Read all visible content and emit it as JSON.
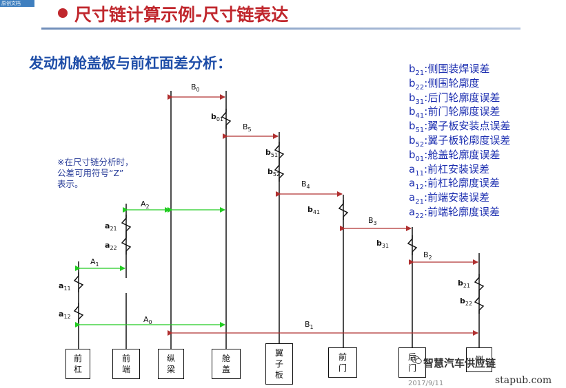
{
  "header": {
    "corner_tab": "原创文档",
    "title": "尺寸链计算示例-尺寸链表达",
    "subtitle": "发动机舱盖板与前杠面差分析："
  },
  "note": {
    "line1": "※在尺寸链分析时，",
    "line2": "公差可用符号“Z”",
    "line3": "表示。"
  },
  "legend": [
    {
      "letter": "b",
      "sub": "21",
      "text": ":侧围装焊误差"
    },
    {
      "letter": "b",
      "sub": "22",
      "text": ":侧围轮廓度"
    },
    {
      "letter": "b",
      "sub": "31",
      "text": ":后门轮廓度误差"
    },
    {
      "letter": "b",
      "sub": "41",
      "text": ":前门轮廓度误差"
    },
    {
      "letter": "b",
      "sub": "51",
      "text": ":翼子板安装点误差"
    },
    {
      "letter": "b",
      "sub": "52",
      "text": ":翼子板轮廓度误差"
    },
    {
      "letter": "b",
      "sub": "01",
      "text": ":舱盖轮廓度误差"
    },
    {
      "letter": "a",
      "sub": "11",
      "text": ":前杠安装误差"
    },
    {
      "letter": "a",
      "sub": "12",
      "text": ":前杠轮廓度误差"
    },
    {
      "letter": "a",
      "sub": "21",
      "text": ":前端安装误差"
    },
    {
      "letter": "a",
      "sub": "22",
      "text": ":前端轮廓度误差"
    }
  ],
  "diagram": {
    "dims": {
      "B0": {
        "letter": "B",
        "sub": "0"
      },
      "B5": {
        "letter": "B",
        "sub": "5"
      },
      "B4": {
        "letter": "B",
        "sub": "4"
      },
      "B3": {
        "letter": "B",
        "sub": "3"
      },
      "B2": {
        "letter": "B",
        "sub": "2"
      },
      "B1": {
        "letter": "B",
        "sub": "1"
      },
      "A2": {
        "letter": "A",
        "sub": "2"
      },
      "A1": {
        "letter": "A",
        "sub": "1"
      },
      "A0": {
        "letter": "A",
        "sub": "0"
      }
    },
    "tols": {
      "b01": {
        "letter": "b",
        "sub": "01"
      },
      "b51": {
        "letter": "b",
        "sub": "51"
      },
      "b52": {
        "letter": "b",
        "sub": "52"
      },
      "b41": {
        "letter": "b",
        "sub": "41"
      },
      "b31": {
        "letter": "b",
        "sub": "31"
      },
      "b21": {
        "letter": "b",
        "sub": "21"
      },
      "b22": {
        "letter": "b",
        "sub": "22"
      },
      "a21": {
        "letter": "a",
        "sub": "21"
      },
      "a22": {
        "letter": "a",
        "sub": "22"
      },
      "a11": {
        "letter": "a",
        "sub": "11"
      },
      "a12": {
        "letter": "a",
        "sub": "12"
      }
    },
    "parts": {
      "front_bumper": "前杠",
      "front_end": "前端",
      "rail": "纵梁",
      "hood": "舱盖",
      "fender": "翼子板",
      "front_door": "前门",
      "rear_door": "后门",
      "side": "侧"
    },
    "colors": {
      "line": "#111111",
      "green_dim": "#22cc22",
      "red_dim": "#b03030"
    }
  },
  "footer": {
    "watermark": "智慧汽车供应链",
    "date": "2017/9/11",
    "site": "stapub.com"
  }
}
